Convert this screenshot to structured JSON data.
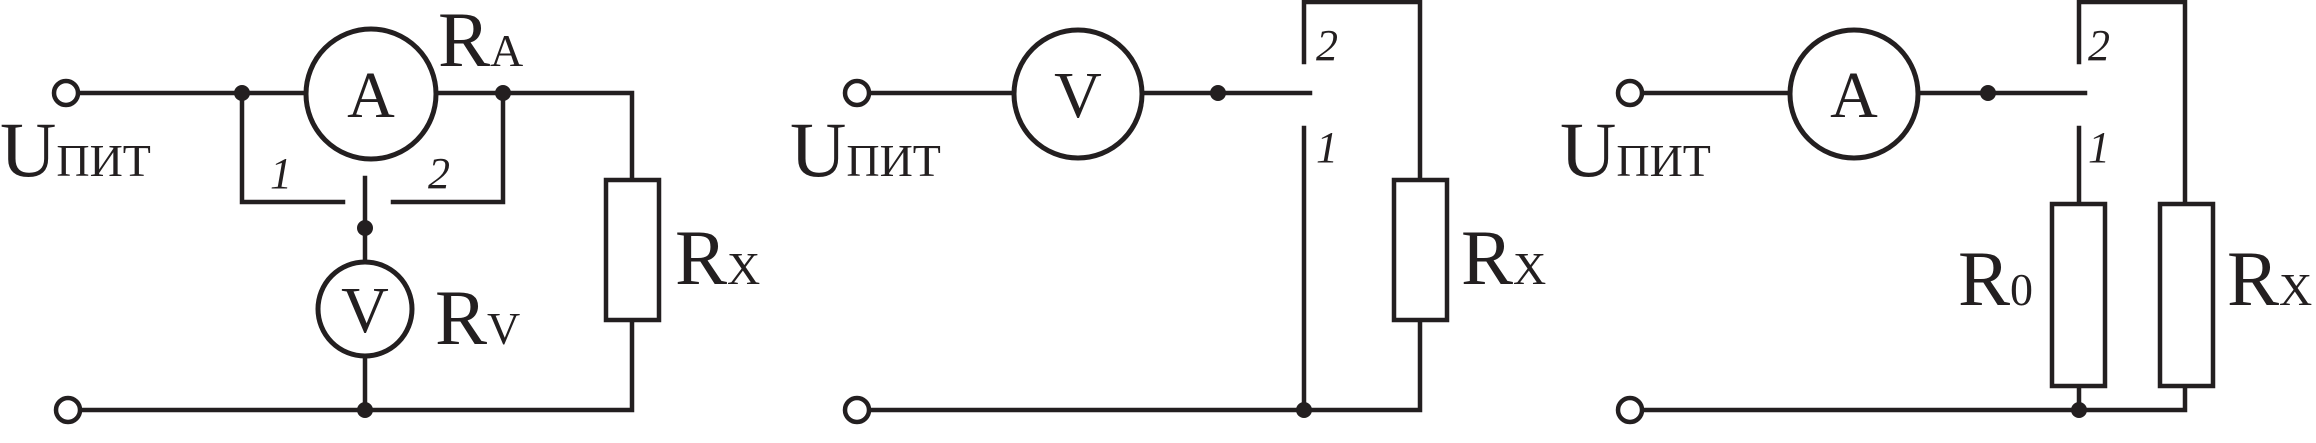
{
  "circuit_1": {
    "supply": {
      "main": "U",
      "sub": "ПИТ"
    },
    "ammeter": {
      "symbol": "A",
      "label_main": "R",
      "label_sub": "A"
    },
    "voltmeter": {
      "symbol": "V",
      "label_main": "R",
      "label_sub": "V"
    },
    "switch_pos_1": "1",
    "switch_pos_2": "2",
    "rx": {
      "main": "R",
      "sub": "X"
    }
  },
  "circuit_2": {
    "supply": {
      "main": "U",
      "sub": "ПИТ"
    },
    "voltmeter": {
      "symbol": "V"
    },
    "switch_pos_1": "1",
    "switch_pos_2": "2",
    "rx": {
      "main": "R",
      "sub": "X"
    }
  },
  "circuit_3": {
    "supply": {
      "main": "U",
      "sub": "ПИТ"
    },
    "ammeter": {
      "symbol": "A"
    },
    "switch_pos_1": "1",
    "switch_pos_2": "2",
    "r0": {
      "main": "R",
      "sub": "0"
    },
    "rx": {
      "main": "R",
      "sub": "X"
    }
  }
}
